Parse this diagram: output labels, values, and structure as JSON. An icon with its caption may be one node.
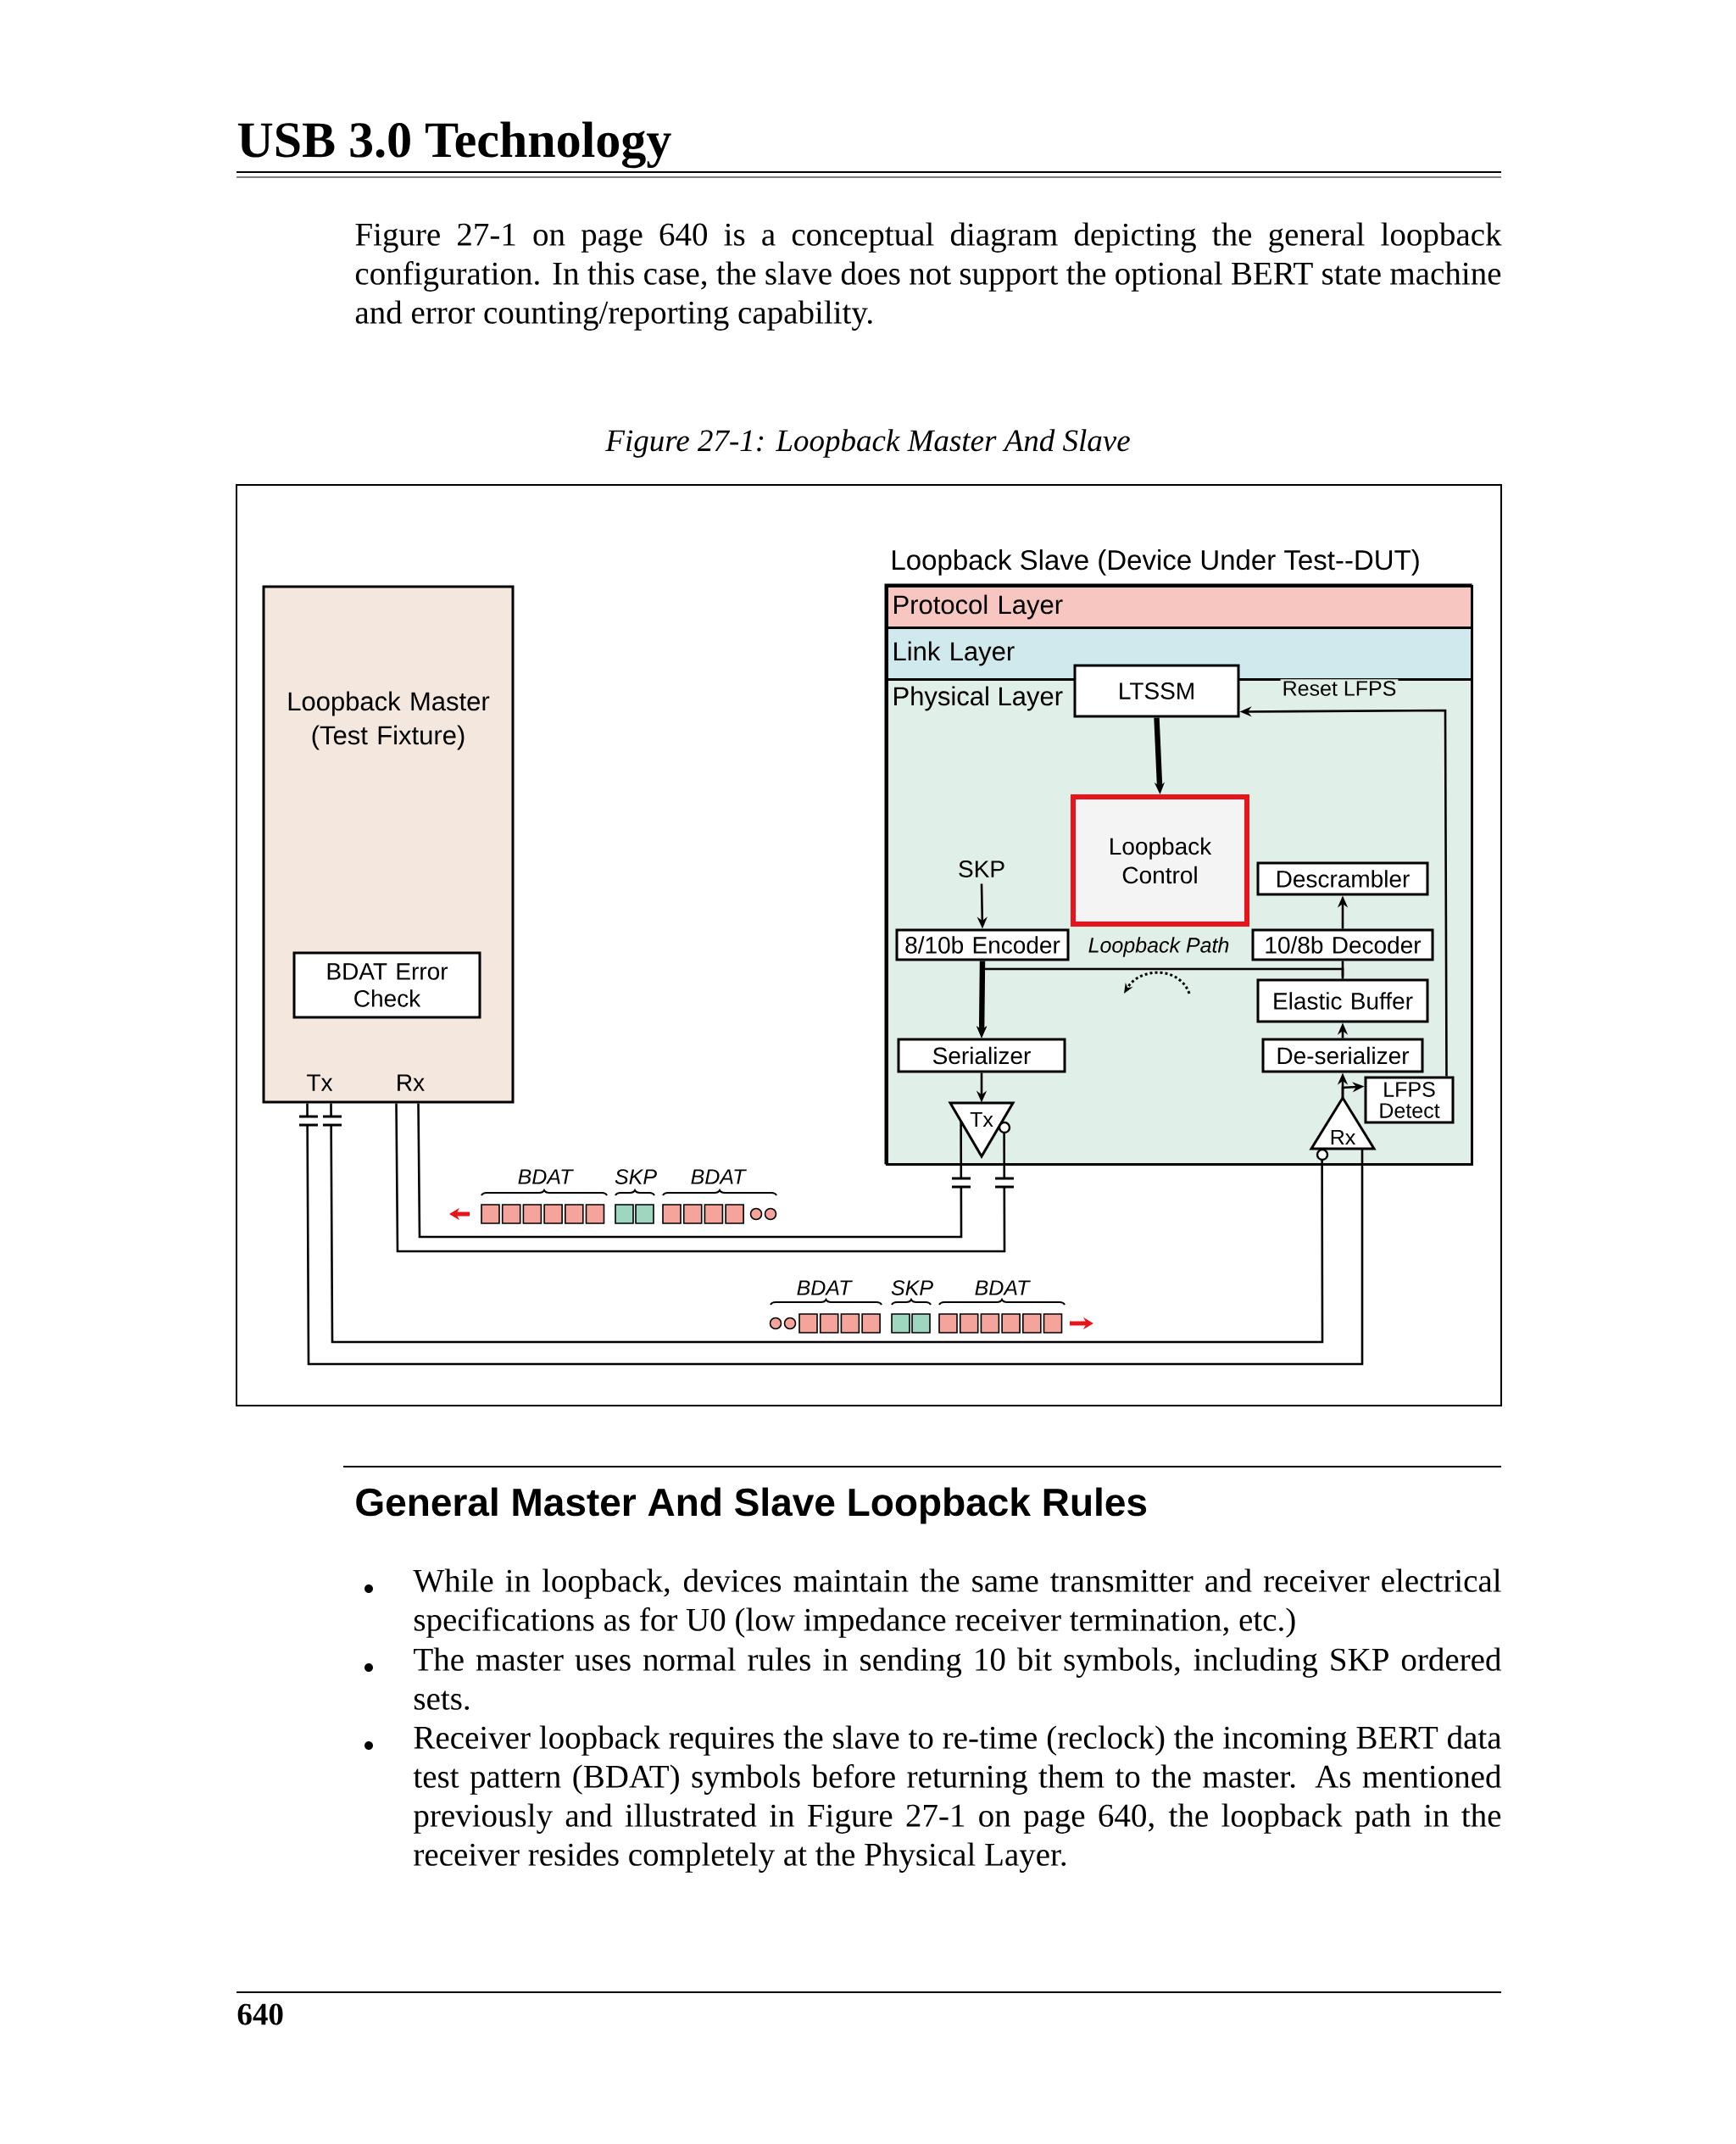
{
  "diagram": {
    "title": "USB 3.0 Technology",
    "caption": "Figure 27-1: Loopback Master And Slave",
    "nodes": [
      {
        "text": [
          "Loopback Master (Test Fixture)",
          "Tx",
          "Rx"
        ]
      },
      {
        "text": [
          "BDAT Error Check"
        ],
        "in": 0
      },
      {
        "text": [
          "Loopback Slave (Device Under Test--DUT)"
        ]
      },
      {
        "text": [
          "Protocol Layer"
        ],
        "in": 2
      },
      {
        "text": [
          "Link Layer"
        ],
        "in": 2
      },
      {
        "text": [
          "Physical Layer"
        ],
        "in": 2
      },
      {
        "text": [
          "LTSSM"
        ],
        "in": 2
      },
      {
        "text": [
          "Loopback Control"
        ],
        "in": 5
      },
      {
        "text": [
          "SKP"
        ],
        "in": 5
      },
      {
        "text": [
          "8/10b Encoder"
        ],
        "in": 5
      },
      {
        "text": [
          "Descrambler"
        ],
        "in": 5
      },
      {
        "text": [
          "10/8b Decoder"
        ],
        "in": 5
      },
      {
        "text": [
          "Elastic Buffer"
        ],
        "in": 5
      },
      {
        "text": [
          "Serializer"
        ],
        "in": 5
      },
      {
        "text": [
          "De-serializer"
        ],
        "in": 5
      },
      {
        "text": [
          "LFPS Detect"
        ],
        "in": 5
      },
      {
        "text": [
          "Tx"
        ],
        "in": 5
      },
      {
        "text": [
          "Rx"
        ],
        "in": 5
      }
    ],
    "edges": [
      {
        "from": 6,
        "to": 7,
        "arrow": "to",
        "style": "thick"
      },
      {
        "from": 8,
        "to": 9,
        "arrow": "to"
      },
      {
        "from": 9,
        "to": 13,
        "arrow": "to",
        "style": "thick"
      },
      {
        "from": 13,
        "to": 16,
        "arrow": "to"
      },
      {
        "from": 14,
        "to": 12,
        "arrow": "to"
      },
      {
        "from": 12,
        "to": 11,
        "arrow": "none"
      },
      {
        "from": 11,
        "to": 10,
        "arrow": "to"
      },
      {
        "from": 12,
        "to": 13,
        "arrow": "to",
        "label": "Loopback Path"
      },
      {
        "from": 17,
        "to": 14,
        "arrow": "to"
      },
      {
        "from": 17,
        "to": 15,
        "arrow": "to"
      },
      {
        "from": 15,
        "to": 6,
        "arrow": "to",
        "label": "Reset LFPS"
      },
      {
        "from": 0,
        "to": 17,
        "arrow": "none"
      },
      {
        "from": 0,
        "to": 17,
        "arrow": "none"
      },
      {
        "from": 16,
        "to": 0,
        "arrow": "none"
      },
      {
        "from": 16,
        "to": 0,
        "arrow": "none"
      }
    ],
    "labels": [
      "Figure 27-1 on page 640 is a conceptual diagram depicting the general loopback configuration. In this case, the slave does not support the optional BERT state machine and error counting/reporting capability.",
      "BDAT",
      "SKP",
      "BDAT",
      "BDAT",
      "SKP",
      "BDAT",
      "General Master And Slave Loopback Rules",
      "While in loopback, devices maintain the same transmitter and receiver electrical specifications as for U0 (low impedance receiver termination, etc.)",
      "The master uses normal rules in sending 10 bit symbols, including SKP ordered sets.",
      "Receiver loopback requires the slave to re-time (reclock) the incoming BERT data test pattern (BDAT) symbols before returning them to the master. As mentioned previously and illustrated in Figure 27-1 on page 640, the loopback path in the receiver resides completely at the Physical Layer.",
      "640"
    ]
  }
}
